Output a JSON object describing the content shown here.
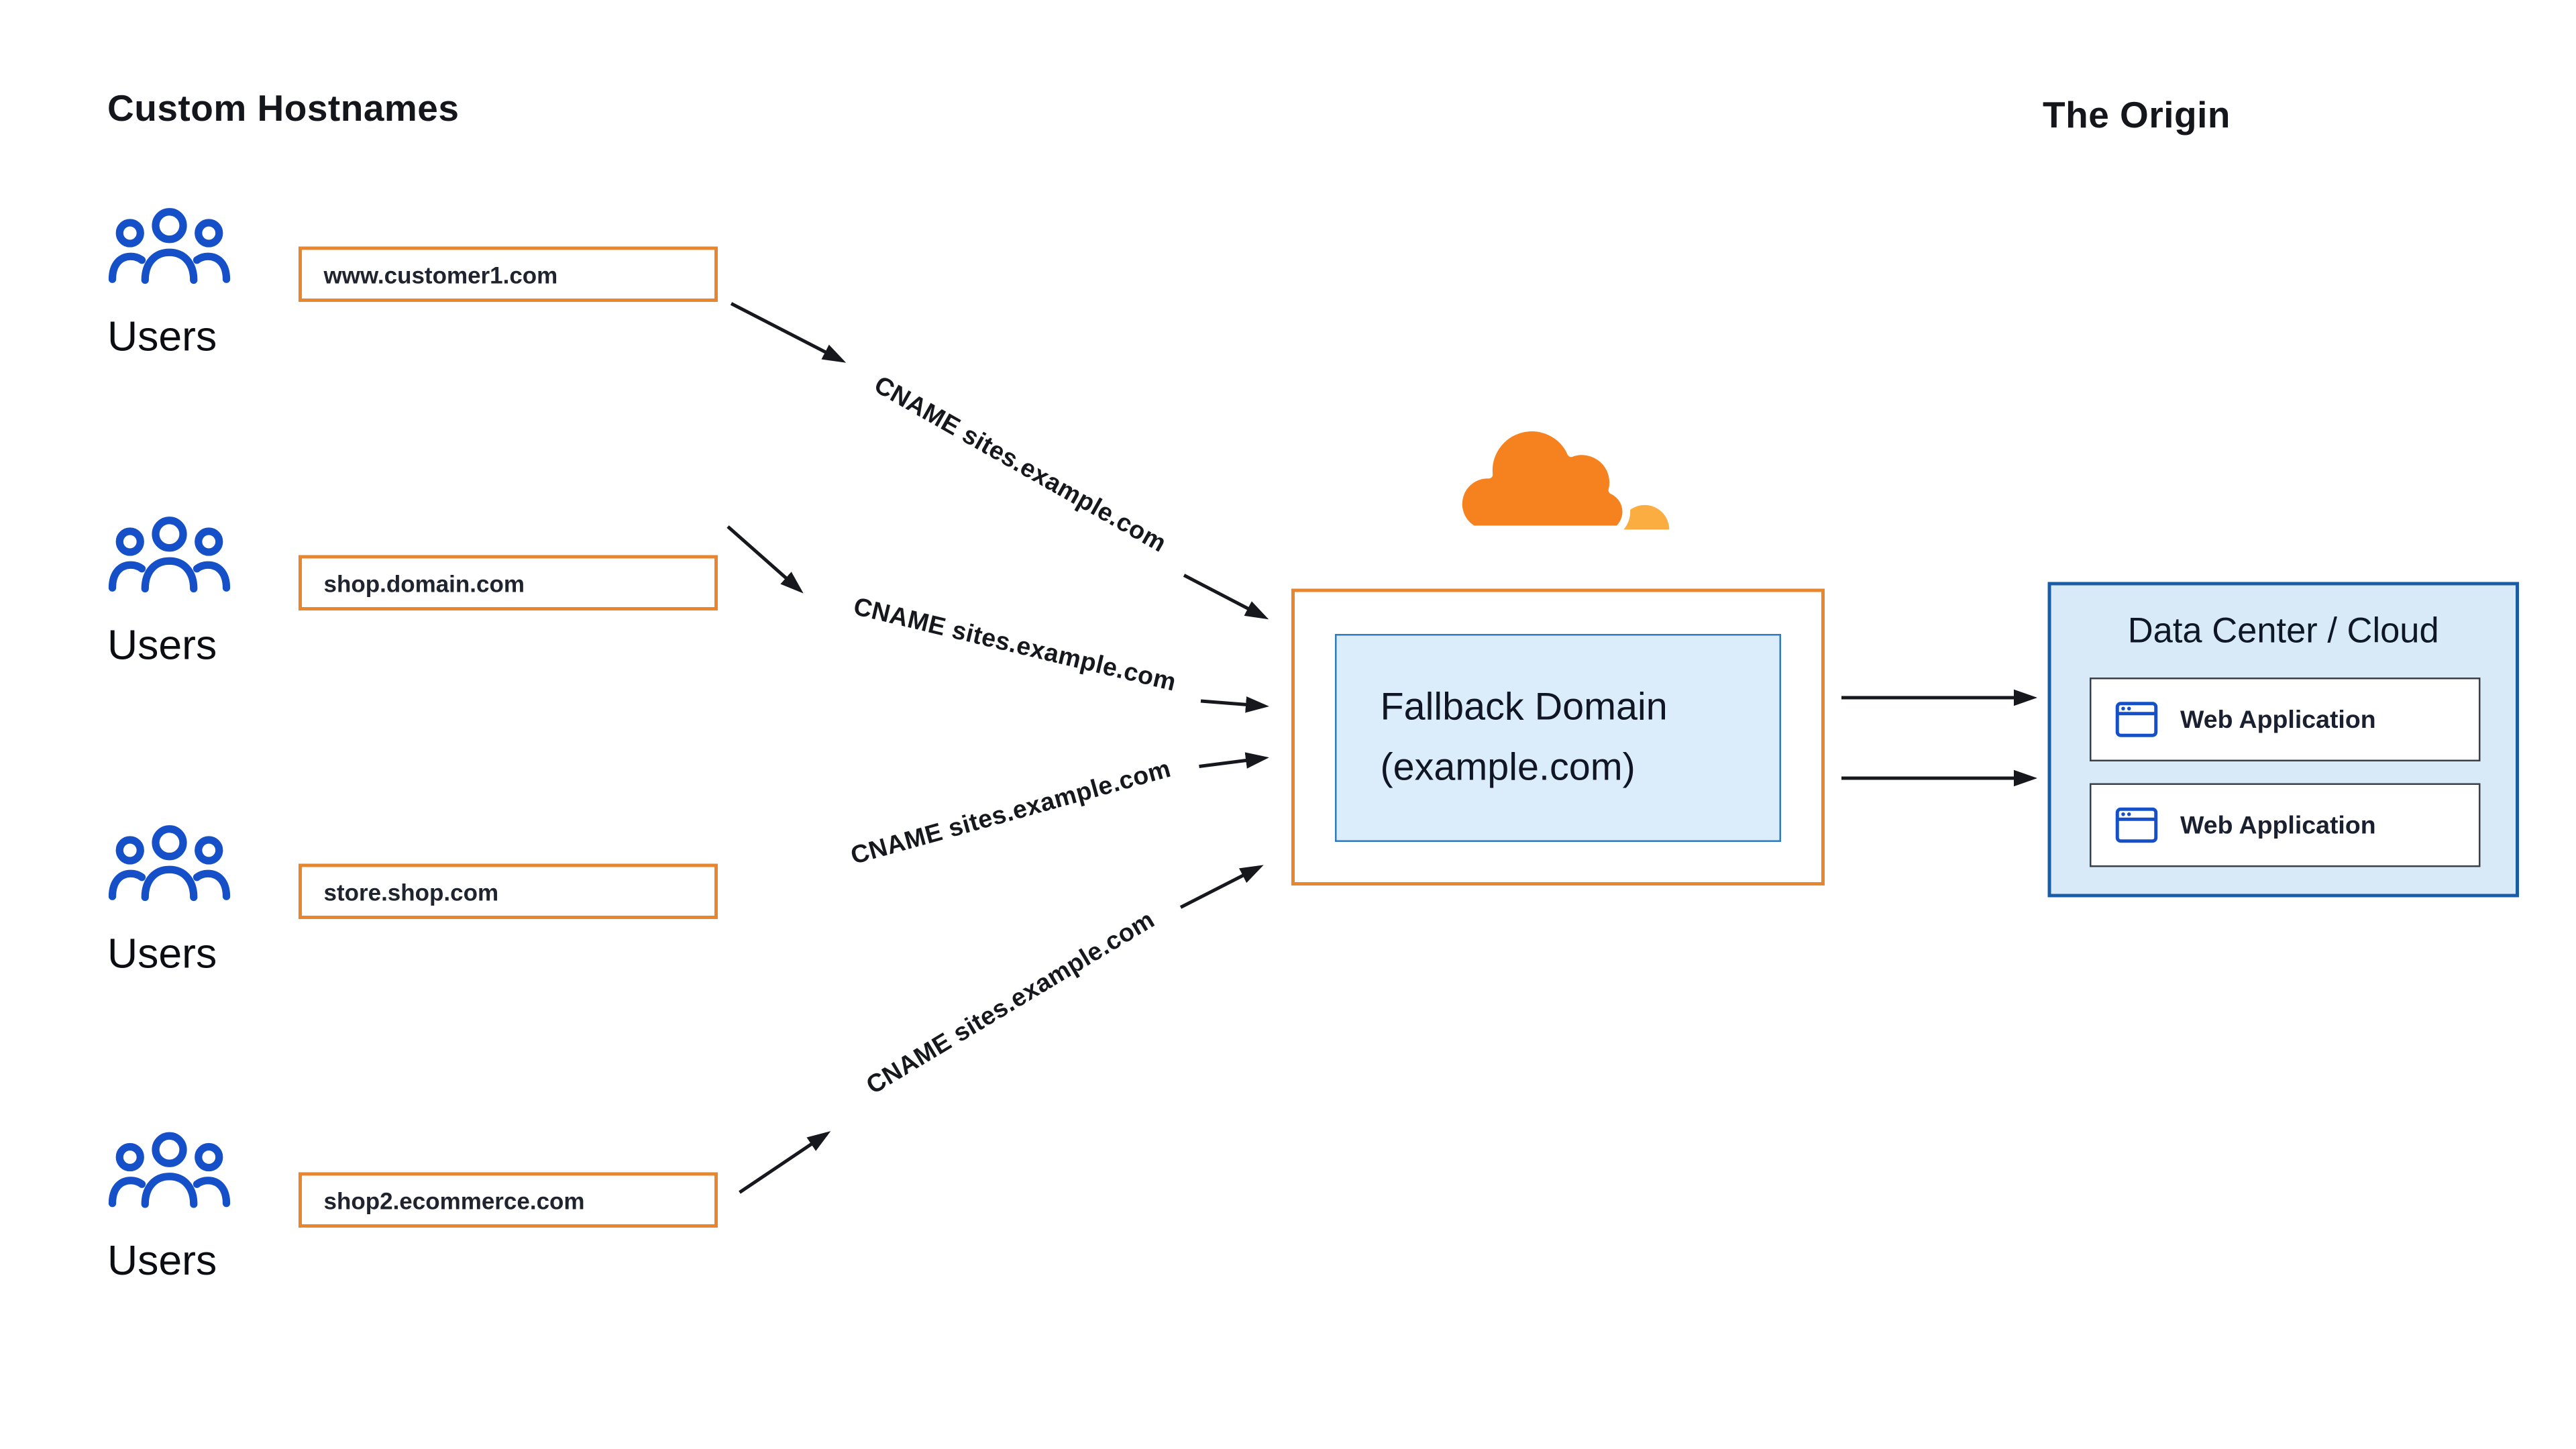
{
  "titles": {
    "left": "Custom Hostnames",
    "right": "The Origin"
  },
  "users_label": "Users",
  "hostnames": [
    "www.customer1.com",
    "shop.domain.com",
    "store.shop.com",
    "shop2.ecommerce.com"
  ],
  "cname_label": "CNAME sites.example.com",
  "fallback": {
    "line1": "Fallback Domain",
    "line2": "(example.com)"
  },
  "origin": {
    "title": "Data Center / Cloud",
    "apps": [
      "Web Application",
      "Web Application"
    ]
  },
  "colors": {
    "orange_border": "#E8862D",
    "cloudflare_orange": "#F6821F",
    "cloudflare_light_orange": "#FBAD41",
    "user_icon_blue": "#1550C8",
    "origin_border": "#1B5CA8",
    "origin_bg": "#D8EAF8",
    "fallback_bg": "#DBEDFB",
    "fallback_border": "#2F7BBE",
    "arrow": "#16181d"
  }
}
